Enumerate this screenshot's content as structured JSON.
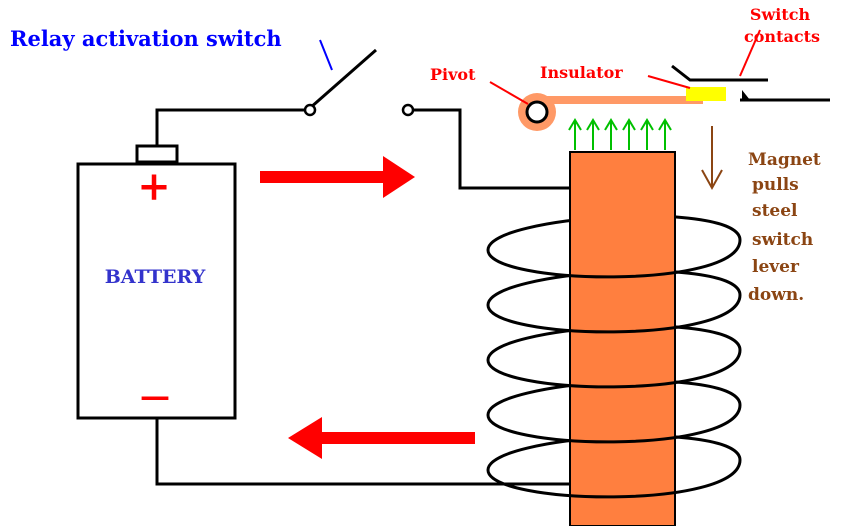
{
  "labels": {
    "relay_switch": "Relay activation switch",
    "pivot": "Pivot",
    "insulator": "Insulator",
    "switch_contacts_line1": "Switch",
    "switch_contacts_line2": "contacts",
    "battery": "BATTERY",
    "plus": "+",
    "minus": "—",
    "magnet_note": [
      "Magnet",
      "pulls",
      "steel",
      "switch",
      "lever",
      "down."
    ]
  },
  "colors": {
    "wire": "#000000",
    "label_blue": "#0000ff",
    "label_red": "#ff0000",
    "label_brown": "#8b4513",
    "core": "#ff7f3f",
    "arrow_red": "#ff0000",
    "field_green": "#00c000",
    "insulator": "#ffff00"
  }
}
